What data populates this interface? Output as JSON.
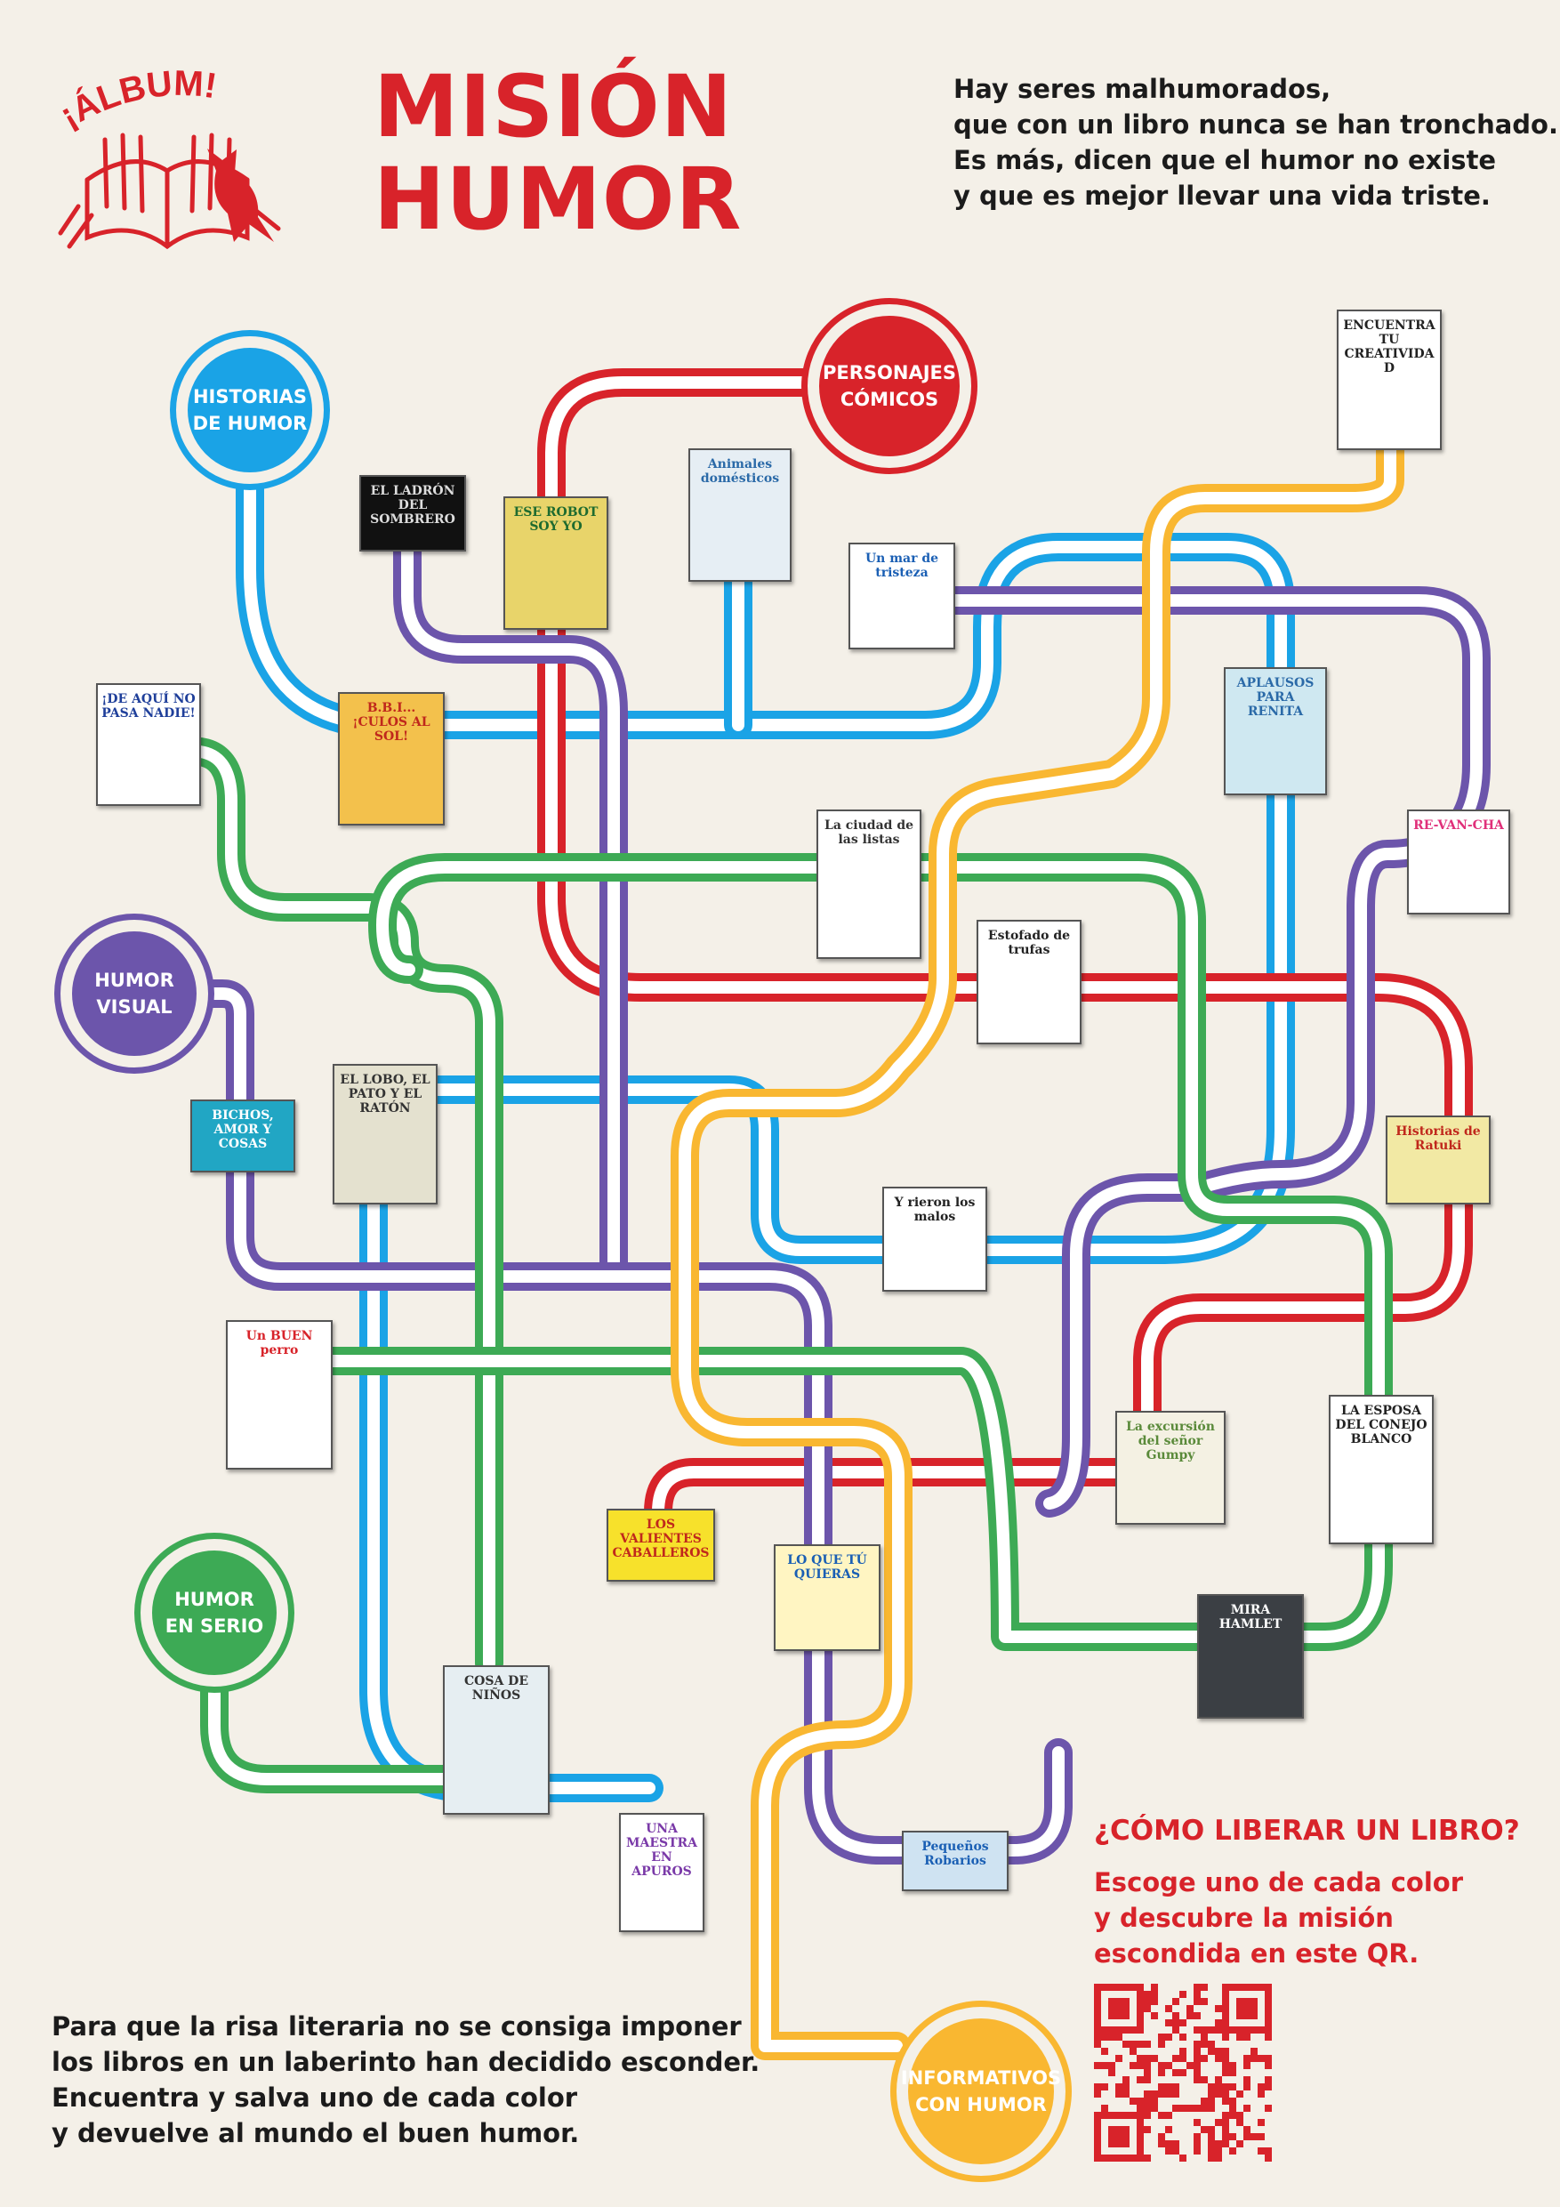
{
  "logo_text": "¡ÁLBUM!",
  "title": {
    "line1": "MISIÓN",
    "line2": "HUMOR"
  },
  "intro": [
    "Hay seres malhumorados,",
    "que con un libro nunca se han tronchado.",
    "Es más, dicen que el humor no existe",
    "y que es mejor llevar una vida triste."
  ],
  "outro": [
    "Para que la risa literaria no se consiga imponer",
    "los libros en un laberinto han decidido esconder.",
    "Encuentra y salva uno de cada color",
    "y devuelve al mundo el buen humor."
  ],
  "how": {
    "title": "¿CÓMO LIBERAR UN LIBRO?",
    "lines": [
      "Escoge uno de cada color",
      "y descubre la misión",
      "escondida en este QR."
    ]
  },
  "colors": {
    "red": "#d8232a",
    "blue": "#1aa3e6",
    "purple": "#6c55ab",
    "green": "#3daa55",
    "yellow": "#f9b731",
    "bg": "#f4f0e8"
  },
  "stations": [
    {
      "id": "historias",
      "lines": [
        "HISTORIAS",
        "DE HUMOR"
      ],
      "color": "#1aa3e6"
    },
    {
      "id": "personajes",
      "lines": [
        "PERSONAJES",
        "CÓMICOS"
      ],
      "color": "#d8232a"
    },
    {
      "id": "visual",
      "lines": [
        "HUMOR",
        "VISUAL"
      ],
      "color": "#6c55ab"
    },
    {
      "id": "serio",
      "lines": [
        "HUMOR",
        "EN SERIO"
      ],
      "color": "#3daa55"
    },
    {
      "id": "informativos",
      "lines": [
        "INFORMATIVOS",
        "CON HUMOR"
      ],
      "color": "#f9b731"
    }
  ],
  "books": [
    {
      "id": "encuentra",
      "title": "ENCUENTRA TU CREATIVIDAD",
      "bg": "#ffffff",
      "fg": "#222222"
    },
    {
      "id": "ladron",
      "title": "EL LADRÓN DEL SOMBRERO",
      "bg": "#111111",
      "fg": "#dddddd"
    },
    {
      "id": "robot",
      "title": "ESE ROBOT SOY YO",
      "bg": "#e8d46a",
      "fg": "#1e6b2f"
    },
    {
      "id": "animales",
      "title": "Animales domésticos",
      "bg": "#e6eef4",
      "fg": "#2b6aa8"
    },
    {
      "id": "mar",
      "title": "Un mar de tristeza",
      "bg": "#ffffff",
      "fg": "#1a5fb4"
    },
    {
      "id": "aqui",
      "title": "¡DE AQUÍ NO PASA NADIE!",
      "bg": "#ffffff",
      "fg": "#1f3f9a"
    },
    {
      "id": "culos",
      "title": "B.B.I... ¡CULOS AL SOL!",
      "bg": "#f3c14c",
      "fg": "#c0281c"
    },
    {
      "id": "aplausos",
      "title": "APLAUSOS PARA RENITA",
      "bg": "#cfe8f1",
      "fg": "#2b6aa8"
    },
    {
      "id": "revancha",
      "title": "RE-VAN-CHA",
      "bg": "#ffffff",
      "fg": "#e0307a"
    },
    {
      "id": "listas",
      "title": "La ciudad de las listas",
      "bg": "#ffffff",
      "fg": "#333333"
    },
    {
      "id": "estofado",
      "title": "Estofado de trufas",
      "bg": "#ffffff",
      "fg": "#222222"
    },
    {
      "id": "bichos",
      "title": "BICHOS, AMOR Y COSAS",
      "bg": "#21a6c4",
      "fg": "#ffffff"
    },
    {
      "id": "lobo",
      "title": "EL LOBO, EL PATO Y EL RATÓN",
      "bg": "#e4e1cf",
      "fg": "#333333"
    },
    {
      "id": "historias-book",
      "title": "Historias de Ratuki",
      "bg": "#f2e9a4",
      "fg": "#c0281c"
    },
    {
      "id": "malos",
      "title": "Y rieron los malos",
      "bg": "#ffffff",
      "fg": "#222222"
    },
    {
      "id": "perro",
      "title": "Un BUEN perro",
      "bg": "#ffffff",
      "fg": "#d8232a"
    },
    {
      "id": "esposa",
      "title": "LA ESPOSA DEL CONEJO BLANCO",
      "bg": "#ffffff",
      "fg": "#222222"
    },
    {
      "id": "excursion",
      "title": "La excursión del señor Gumpy",
      "bg": "#f4f1e3",
      "fg": "#5a8a3a"
    },
    {
      "id": "valientes",
      "title": "LOS VALIENTES CABALLEROS",
      "bg": "#f7e12b",
      "fg": "#c0281c"
    },
    {
      "id": "quieras",
      "title": "LO QUE TÚ QUIERAS",
      "bg": "#fff5c2",
      "fg": "#1a5fb4"
    },
    {
      "id": "hamlet",
      "title": "MIRA HAMLET",
      "bg": "#3b3f44",
      "fg": "#ffffff"
    },
    {
      "id": "ninos",
      "title": "COSA DE NIÑOS",
      "bg": "#e6eef2",
      "fg": "#333333"
    },
    {
      "id": "maestra",
      "title": "UNA MAESTRA EN APUROS",
      "bg": "#ffffff",
      "fg": "#7a3aa8"
    },
    {
      "id": "pequenos",
      "title": "Pequeños Robarios",
      "bg": "#cfe3f2",
      "fg": "#1a5fb4"
    }
  ]
}
